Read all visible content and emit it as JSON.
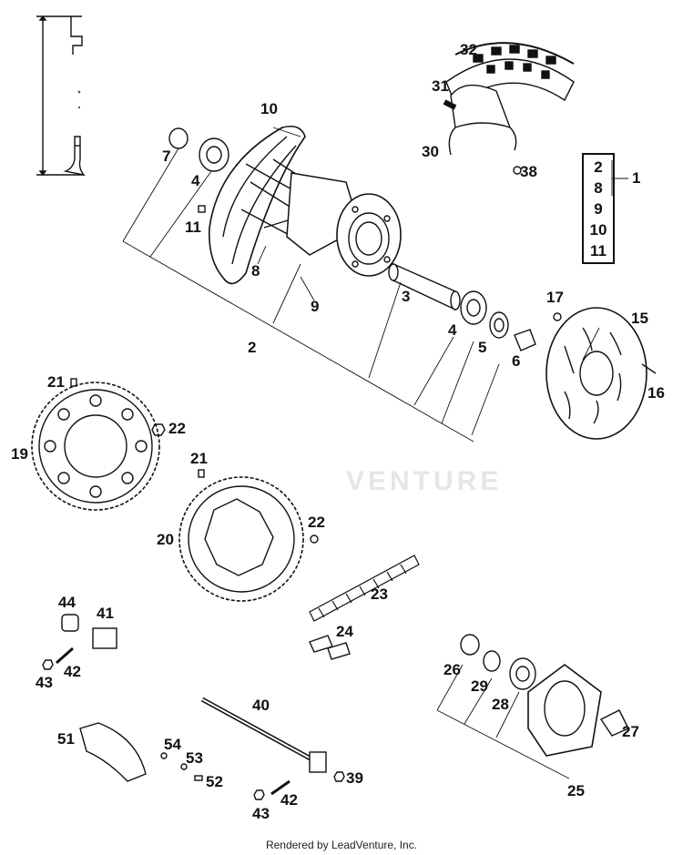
{
  "watermark_text": "VENTURE",
  "footer_text": "Rendered by LeadVenture, Inc.",
  "assembly_reference": {
    "label": "1",
    "items": [
      "2",
      "8",
      "9",
      "10",
      "11"
    ]
  },
  "callouts": {
    "c2a": "2",
    "c3": "3",
    "c4a": "4",
    "c4b": "4",
    "c5": "5",
    "c6": "6",
    "c7": "7",
    "c8": "8",
    "c9": "9",
    "c10": "10",
    "c11": "11",
    "c15": "15",
    "c16": "16",
    "c17": "17",
    "c19": "19",
    "c20": "20",
    "c21a": "21",
    "c21b": "21",
    "c22a": "22",
    "c22b": "22",
    "c23": "23",
    "c24": "24",
    "c25": "25",
    "c26": "26",
    "c27": "27",
    "c28": "28",
    "c29": "29",
    "c30": "30",
    "c31": "31",
    "c32": "32",
    "c38": "38",
    "c39": "39",
    "c40": "40",
    "c41": "41",
    "c42a": "42",
    "c42b": "42",
    "c43a": "43",
    "c43b": "43",
    "c44": "44",
    "c51": "51",
    "c52": "52",
    "c53": "53",
    "c54": "54"
  }
}
